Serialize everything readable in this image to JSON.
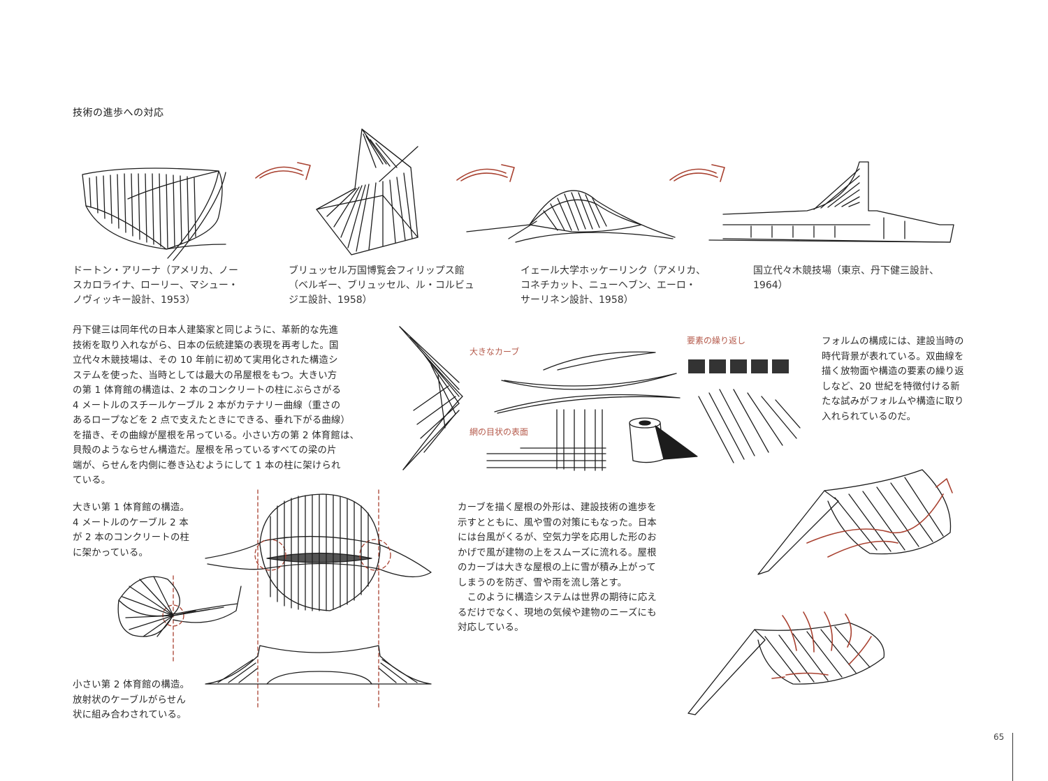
{
  "section_title": "技術の進歩への対応",
  "captions": [
    "ドートン・アリーナ（アメリカ、ノー\nスカロライナ、ローリー、マシュー・\nノヴィッキー設計、1953）",
    "ブリュッセル万国博覧会フィリップス館\n（ベルギー、ブリュッセル、ル・コルビュ\nジエ設計、1958）",
    "イェール大学ホッケーリンク（アメリカ、\nコネチカット、ニューヘブン、エーロ・\nサーリネン設計、1958）",
    "国立代々木競技場（東京、丹下健三設計、\n1964）"
  ],
  "main_paragraph": "丹下健三は同年代の日本人建築家と同じように、革新的な先進\n技術を取り入れながら、日本の伝統建築の表現を再考した。国\n立代々木競技場は、その 10 年前に初めて実用化された構造シ\nステムを使った、当時としては最大の吊屋根をもつ。大きい方\nの第 1 体育館の構造は、2 本のコンクリートの柱にぶらさがる\n4 メートルのスチールケーブル 2 本がカテナリー曲線（重さの\nあるロープなどを 2 点で支えたときにできる、垂れ下がる曲線）\nを描き、その曲線が屋根を吊っている。小さい方の第 2 体育館は、\n貝殻のようならせん構造だ。屋根を吊っているすべての梁の片\n端が、らせんを内側に巻き込むようにして 1 本の柱に架けられ\nている。",
  "labels": {
    "big_curve": "大きなカーブ",
    "repetition": "要素の繰り返し",
    "net_surface": "網の目状の表面"
  },
  "right_paragraph": "フォルムの構成には、建設当時の\n時代背景が表れている。双曲線を\n描く放物面や構造の要素の繰り返\nしなど、20 世紀を特徴付ける新\nたな試みがフォルムや構造に取り\n入れられているのだ。",
  "gym1_caption": "大きい第 1 体育館の構造。\n4 メートルのケーブル 2 本\nが 2 本のコンクリートの柱\nに架かっている。",
  "gym2_caption": "小さい第 2 体育館の構造。\n放射状のケーブルがらせん\n状に組み合わされている。",
  "middle_paragraph": "カーブを描く屋根の外形は、建設技術の進歩を\n示すとともに、風や雪の対策にもなった。日本\nには台風がくるが、空気力学を応用した形のお\nかげで風が建物の上をスムーズに流れる。屋根\nのカーブは大きな屋根の上に雪が積み上がって\nしまうのを防ぎ、雪や雨を流し落とす。\n　このように構造システムは世界の期待に応え\nるだけでなく、現地の気候や建物のニーズにも\n対応している。",
  "page_number": "65",
  "colors": {
    "accent": "#a8402f",
    "ink": "#1c1c1c"
  }
}
